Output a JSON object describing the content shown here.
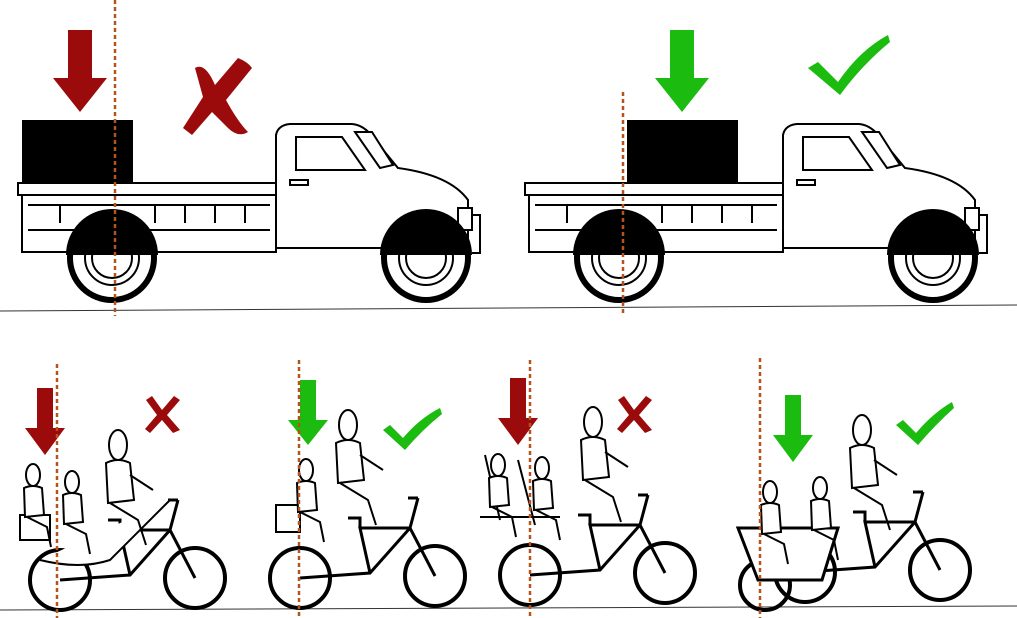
{
  "colors": {
    "incorrect": "#9b0b0b",
    "correct": "#1cbb0f",
    "center_line": "#b4541c",
    "load": "#000000"
  },
  "panels": [
    {
      "subject": "pickup-truck",
      "verdict": "incorrect",
      "arrow_icon": "arrow-down-icon",
      "mark_icon": "x-mark-icon"
    },
    {
      "subject": "pickup-truck",
      "verdict": "correct",
      "arrow_icon": "arrow-down-icon",
      "mark_icon": "check-mark-icon"
    },
    {
      "subject": "cargo-bike-rear-seats",
      "verdict": "incorrect",
      "arrow_icon": "arrow-down-icon",
      "mark_icon": "x-mark-icon"
    },
    {
      "subject": "cargo-bike-long-tail",
      "verdict": "correct",
      "arrow_icon": "arrow-down-icon",
      "mark_icon": "check-mark-icon"
    },
    {
      "subject": "cargo-bike-rear-seats",
      "verdict": "incorrect",
      "arrow_icon": "arrow-down-icon",
      "mark_icon": "x-mark-icon"
    },
    {
      "subject": "cargo-bike-front-box",
      "verdict": "correct",
      "arrow_icon": "arrow-down-icon",
      "mark_icon": "check-mark-icon"
    }
  ]
}
